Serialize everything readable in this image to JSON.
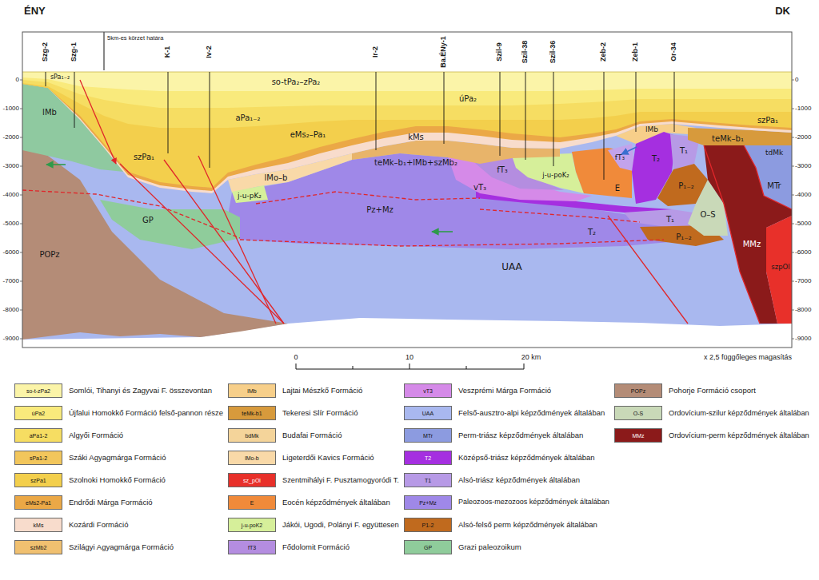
{
  "diagram": {
    "labels": [
      "ÉNY",
      "DK",
      "5km-es körzet határa",
      "Szg-2",
      "Szg-1",
      "K-1",
      "Iv-2",
      "Ir-2",
      "Ba.ÉNy-1",
      "Szil-9",
      "Szil-38",
      "Szil-36",
      "Zeb-2",
      "Zeb-1",
      "Or-34",
      "0",
      "-1000",
      "-2000",
      "-3000",
      "-4000",
      "-5000",
      "-6000",
      "-7000",
      "-8000",
      "-9000",
      "0",
      "-1000",
      "-2000",
      "-3000",
      "-4000",
      "-5000",
      "-6000",
      "-7000",
      "-8000",
      "-9000",
      "0",
      "10",
      "20 km",
      "x 2,5 függőleges magasítás",
      "sPa₁₋₂",
      "so-tPa₂–zPa₂",
      "úPa₂",
      "lMb",
      "szPa₁",
      "aPa₁₋₂",
      "eMs₂–Pa₁",
      "kMs",
      "lMb",
      "szPa₁",
      "teMk–b₁",
      "tdMk",
      "MTr",
      "lMo–b",
      "teMk–b₁+lMb+szMb₂",
      "j-u-pK₂",
      "GP",
      "POPz",
      "Pz+Mz",
      "vT₃",
      "fT₃",
      "j-u-poK₂",
      "E",
      "fT₃",
      "T₂",
      "T₁",
      "P₁₋₂",
      "O–S",
      "MMz",
      "szpOl",
      "T₁",
      "T₂",
      "P₁₋₂",
      "UAA",
      "so-t-zPa2",
      "úPa2",
      "aPa1-2",
      "sPa1-2",
      "szPa1",
      "eMs2-Pa1",
      "kMs",
      "szMb2",
      "lMb",
      "teMk-b1",
      "bdMk",
      "lMo-b",
      "sz_pOl",
      "E",
      "j-u-poK2",
      "fT3",
      "vT3",
      "UAA",
      "MTr",
      "T2",
      "T1",
      "Pz+Mz",
      "P1-2",
      "GP",
      "POPz",
      "O-S",
      "MMz"
    ],
    "legend": [
      {
        "text": "Somlói, Tihanyi és Zagyvai F. összevontan",
        "color": "#fbf4a8"
      },
      {
        "text": "Újfalui Homokkő Formáció felső-pannon része",
        "color": "#f9ea7c"
      },
      {
        "text": "Algyői Formáció",
        "color": "#f6dd62"
      },
      {
        "text": "Száki Agyagmárga Formáció",
        "color": "#f2c65c"
      },
      {
        "text": "Szolnoki Homokkő Formáció",
        "color": "#f3cf4c"
      },
      {
        "text": "Endrődi Márga Formáció",
        "color": "#eba846"
      },
      {
        "text": "Kozárdi Formáció",
        "color": "#f8dccc"
      },
      {
        "text": "Szilágyi Agyagmárga Formáció",
        "color": "#f0c070"
      },
      {
        "text": "Lajtai Mészkő Formáció",
        "color": "#f7cf8a"
      },
      {
        "text": "Tekeresi Slír Formáció",
        "color": "#d79a3c"
      },
      {
        "text": "Budafai Formáció",
        "color": "#f4d49a"
      },
      {
        "text": "Ligeterdői Kavics Formáció",
        "color": "#f9d9a8"
      },
      {
        "text": "Szentmihályi F. Pusztamogyoródi T.",
        "color": "#e8302a"
      },
      {
        "text": "Eocén képződmények általában",
        "color": "#f08a3a"
      },
      {
        "text": "Jákói, Ugodi, Polányi F. együttesen",
        "color": "#d6ef9a"
      },
      {
        "text": "Fődolomit Formáció",
        "color": "#b48de0"
      },
      {
        "text": "Veszprémi Márga Formáció",
        "color": "#d58ae8"
      },
      {
        "text": "Felső-ausztro-alpi képződmények általában",
        "color": "#a9b8ef"
      },
      {
        "text": "Perm-triász képződmények általában",
        "color": "#8c9be0"
      },
      {
        "text": "Középső-triász képződmények általában",
        "color": "#a52fe0"
      },
      {
        "text": "Alsó-triász képződmények általában",
        "color": "#b79ae6"
      },
      {
        "text": "Paleozoos-mezozoos képződmények általában",
        "color": "#9f88e8"
      },
      {
        "text": "Alsó-felső perm képződmények általában",
        "color": "#c06a1e"
      },
      {
        "text": "Grazi paleozoikum",
        "color": "#8fcc9b"
      },
      {
        "text": "Pohorje Formáció csoport",
        "color": "#b48c77"
      },
      {
        "text": "Ordovícium-szilur képződmények általában",
        "color": "#c9d9b8"
      },
      {
        "text": "Ordovícium-perm képződmények általában",
        "color": "#8b1a1a"
      }
    ]
  }
}
